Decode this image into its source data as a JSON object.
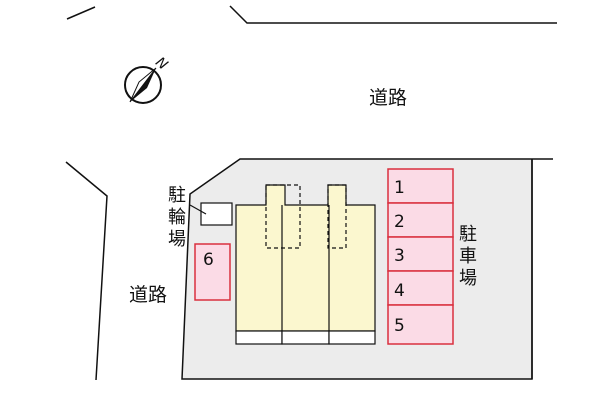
{
  "roads": {
    "north_label": "道路",
    "west_label": "道路"
  },
  "compass": {
    "icon": "north-arrow-icon",
    "north_letter": "N"
  },
  "bicycle_parking": {
    "label_chars": [
      "駐",
      "輪",
      "場"
    ]
  },
  "car_parking": {
    "label_chars": [
      "駐",
      "車",
      "場"
    ],
    "spaces": [
      "1",
      "2",
      "3",
      "4",
      "5"
    ],
    "extra_space": "6"
  },
  "colors": {
    "lot": "#ececec",
    "building": "#fbf7cf",
    "parking_fill": "#fbdbe6",
    "parking_border": "#d9303e",
    "line": "#111111"
  }
}
